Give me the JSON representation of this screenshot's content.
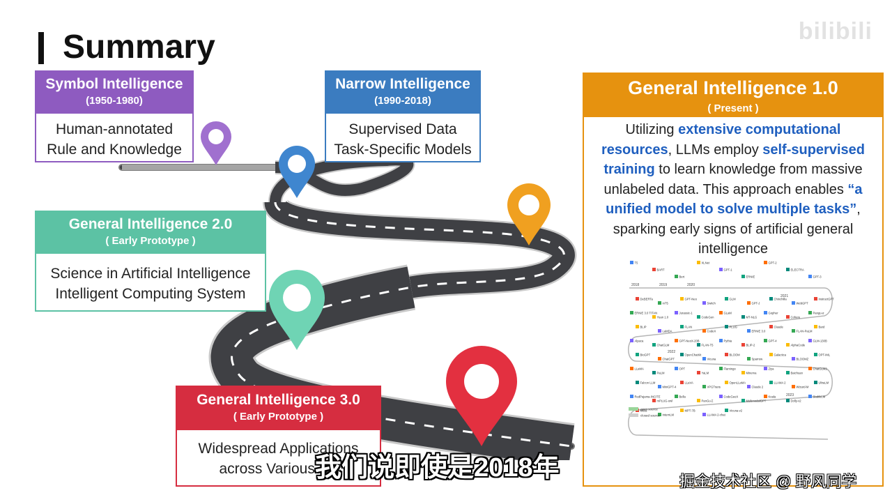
{
  "page": {
    "title": "Summary"
  },
  "stages": {
    "symbol": {
      "title": "Symbol Intelligence",
      "period": "(1950-1980)",
      "line1": "Human-annotated",
      "line2": "Rule and Knowledge",
      "color": "#8e5bc0"
    },
    "narrow": {
      "title": "Narrow Intelligence",
      "period": "(1990-2018)",
      "line1": "Supervised Data",
      "line2": "Task-Specific Models",
      "color": "#3b7cc0"
    },
    "gi2": {
      "title": "General Intelligence 2.0",
      "period": "( Early Prototype )",
      "line1": "Science in Artificial Intelligence",
      "line2": "Intelligent Computing System",
      "color": "#5cc2a4"
    },
    "gi3": {
      "title": "General Intelligence 3.0",
      "period": "( Early Prototype )",
      "line1": "Widespread Applications",
      "line2": "across Various Do",
      "color": "#d62d40"
    },
    "gi1": {
      "title": "General Intelligence 1.0",
      "period": "( Present )",
      "color": "#e6920f",
      "text": {
        "t1": "Utilizing ",
        "h1": "extensive computational resources",
        "t2": ", LLMs employ ",
        "h2": "self-supervised training",
        "t3": " to learn knowledge from massive unlabeled data. This approach enables ",
        "h3": "“a unified model to solve multiple tasks”",
        "t4": ", sparking early signs of artificial general intelligence"
      }
    }
  },
  "llm_tree": {
    "labels": [
      "T5",
      "BART",
      "Bert",
      "XLNet",
      "GPT-1",
      "ERNIE",
      "GPT-2",
      "ELECTRA",
      "GPT-3",
      "DeBERTa",
      "mT5",
      "GPT-Neo",
      "Switch",
      "GLM",
      "GPT-J",
      "Chinchilla",
      "WebGPT",
      "InstructGPT",
      "ERNIE 3.0 TITAN",
      "Yuan 1.0",
      "Jurassic-1",
      "CodeGen",
      "GLaM",
      "MT-NLG",
      "Gopher",
      "Cohere",
      "Pangu-α",
      "BLIP",
      "LaMDA",
      "FLAN",
      "CodeX",
      "PLUG",
      "ERNIE 3.0",
      "Claude",
      "FLAN-PaLM",
      "Bard",
      "Alpaca",
      "ChatGLM",
      "GPT-NeoX-20B",
      "FLAN-T5",
      "Pythia",
      "BLIP-2",
      "GPT-4",
      "AlphaCode",
      "GLM-130B",
      "BioGPT",
      "ChatGPT",
      "OpenChatKit",
      "Vicuna",
      "BLOOM",
      "Sparrow",
      "Galactica",
      "BLOOMZ",
      "OPT-IML",
      "LLaMA",
      "PaLM",
      "OPT",
      "YaLM",
      "Flamingo",
      "Minerva",
      "Ziya",
      "Baichuan",
      "ChatGLM2",
      "Falcon LLM",
      "MiniGPT-4",
      "LLaVA",
      "VPGTrans",
      "OpenLLaMA",
      "Claude 2",
      "LLAMA 2",
      "Wizard-M",
      "UltraLM",
      "RedPajama-INCITE",
      "mPLUG-owl",
      "Bella",
      "PanGu-Σ",
      "CodeGeeX",
      "MultimodalGPT",
      "Koala",
      "Dolly-v2",
      "StableLM",
      "Moss",
      "InternLM",
      "MPT-7B",
      "LLAMA 2-chat",
      "Vicuna-v2"
    ],
    "years": [
      "2018",
      "2019",
      "2020",
      "2021",
      "2022",
      "2023"
    ],
    "legend": [
      "open source",
      "closed source"
    ]
  },
  "overlay": {
    "watermark": "bilibili",
    "subtitle": "我们说即使是2018年",
    "credit": "掘金技术社区 @ 野风同学"
  }
}
